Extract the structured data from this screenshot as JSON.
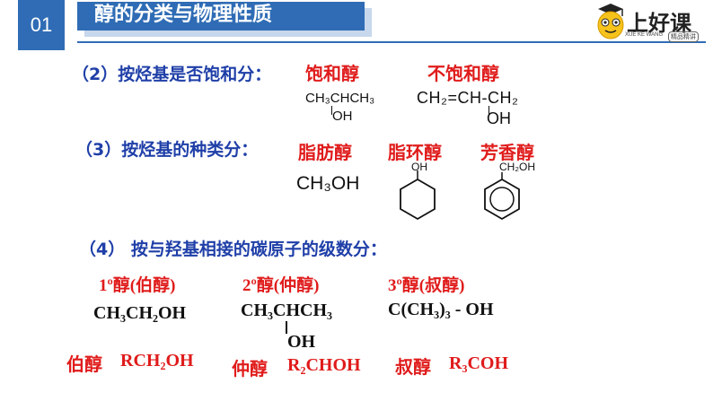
{
  "header": {
    "number": "01",
    "title": "醇的分类与物理性质",
    "logo_text": "上好课",
    "logo_sub_left": "XUE KE WANG",
    "logo_sub_right": "精品精讲"
  },
  "section2": {
    "label": "（2）按烃基是否饱和分：",
    "saturated": "饱和醇",
    "unsaturated": "不饱和醇",
    "sat_formula": "CH₃CHCH₃",
    "sat_oh": "OH",
    "unsat_formula": "CH₂=CH-CH₂",
    "unsat_oh": "OH"
  },
  "section3": {
    "label": "（3）按烃基的种类分：",
    "aliphatic": "脂肪醇",
    "alicyclic": "脂环醇",
    "aromatic": "芳香醇",
    "methanol": "CH₃OH",
    "cyclo_oh": "OH",
    "benzyl_sub": "CH₂OH"
  },
  "section4": {
    "label": "（4） 按与羟基相接的碳原子的级数分：",
    "primary_label": "1º醇(伯醇)",
    "secondary_label": "2º醇(仲醇)",
    "tertiary_label": "3º醇(叔醇)",
    "primary_example": "CH₃CH₂OH",
    "secondary_example": "CH₃CHCH₃",
    "secondary_oh": "OH",
    "tertiary_example": "C(CH₃)₃ - OH",
    "primary_name": "伯醇",
    "primary_general": "RCH₂OH",
    "secondary_name": "仲醇",
    "secondary_general": "R₂CHOH",
    "tertiary_name": "叔醇",
    "tertiary_general": "R₃COH"
  }
}
